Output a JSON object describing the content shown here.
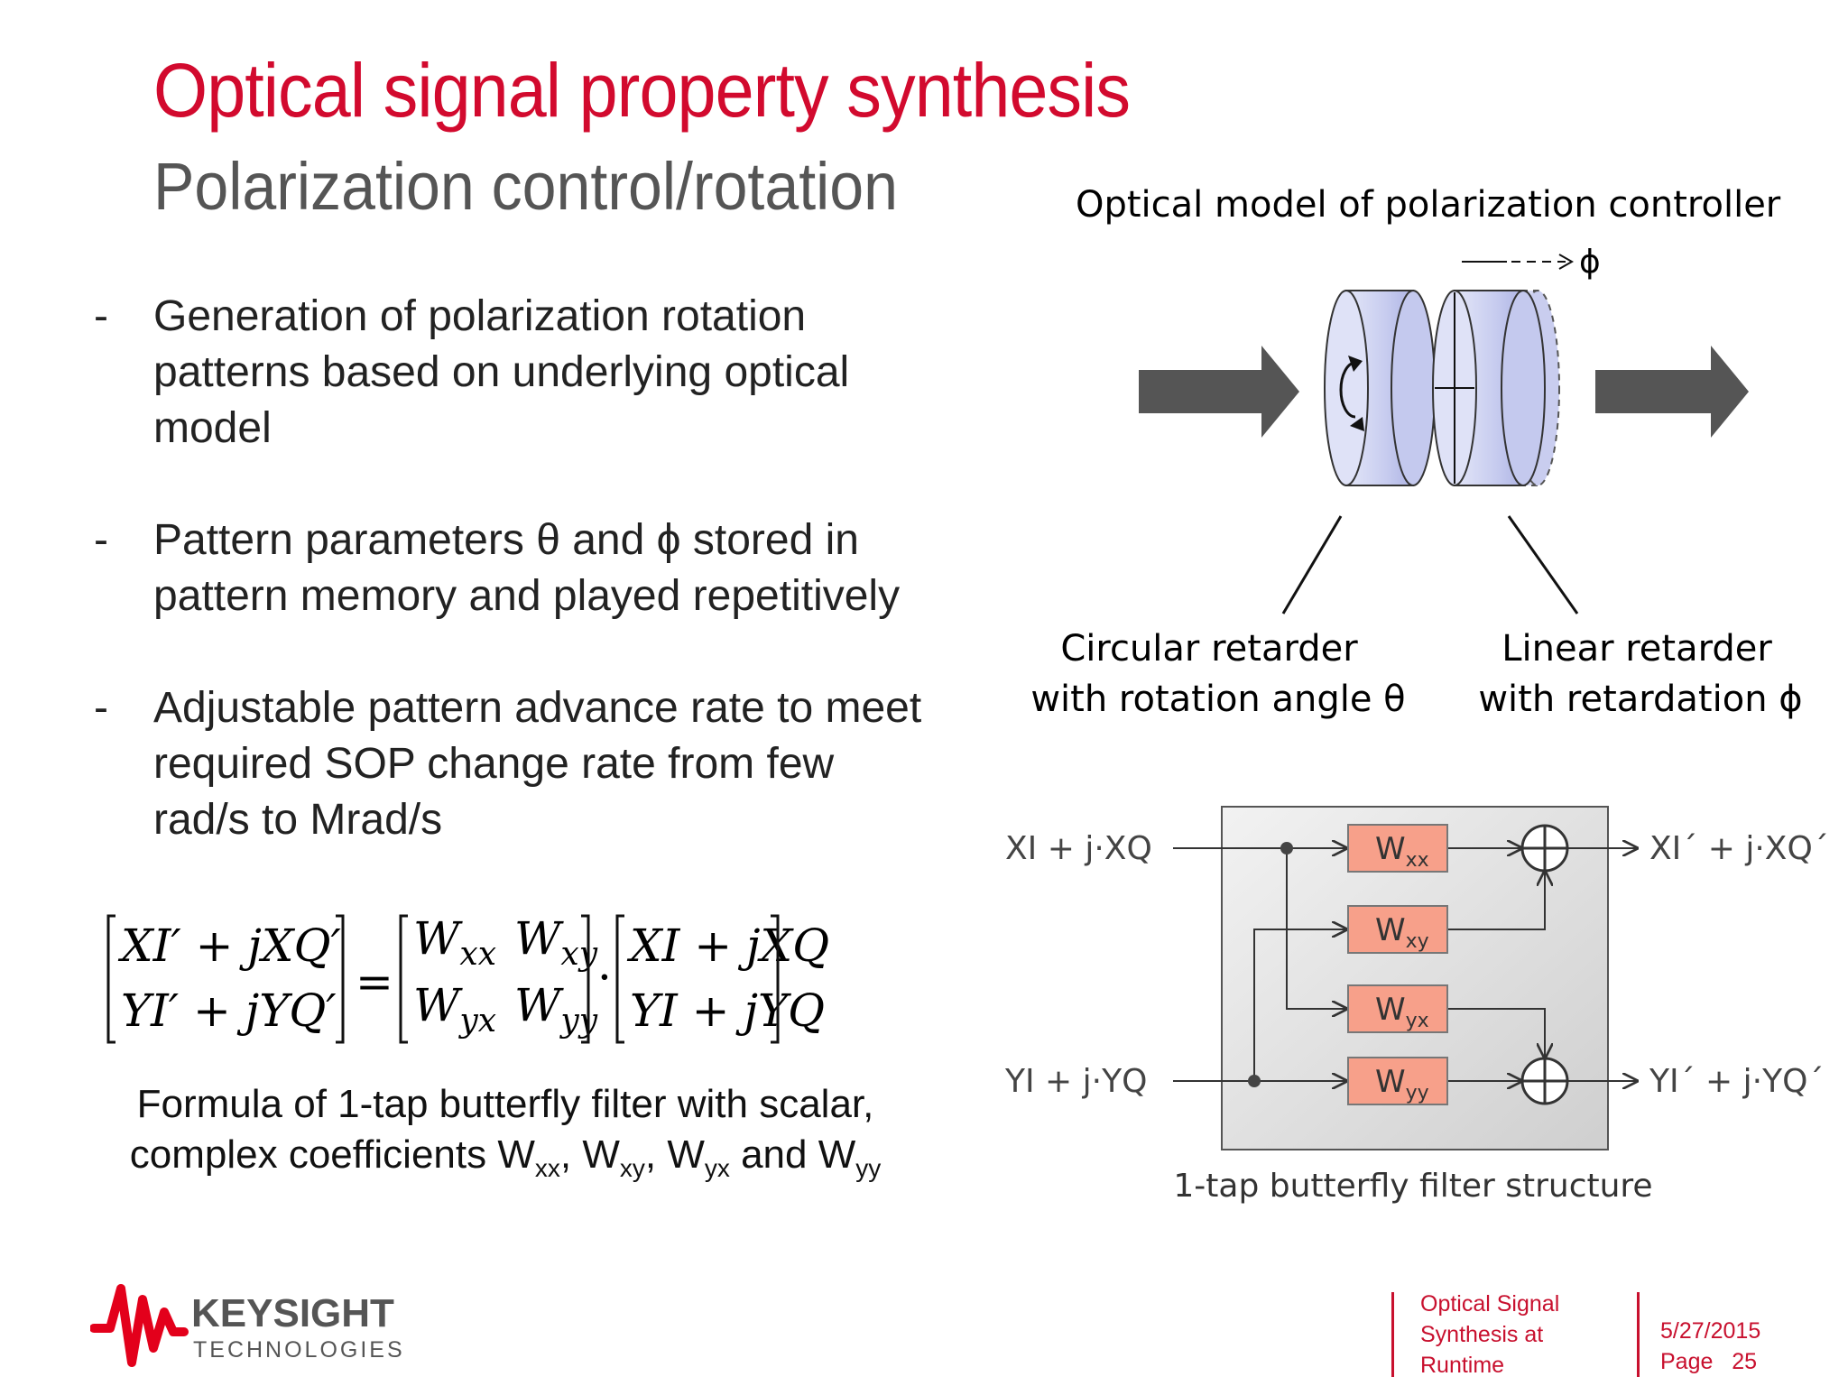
{
  "slide": {
    "title": "Optical signal property synthesis",
    "subtitle": "Polarization control/rotation"
  },
  "bullets": [
    {
      "dash": "-",
      "lines": [
        "Generation of polarization rotation",
        "patterns based on underlying optical",
        "model"
      ]
    },
    {
      "dash": "-",
      "lines": [
        "Pattern parameters θ and ϕ stored in",
        "pattern memory and played repetitively"
      ]
    },
    {
      "dash": "-",
      "lines": [
        "Adjustable pattern advance rate to meet",
        "required SOP change rate from few",
        "rad/s to Mrad/s"
      ]
    }
  ],
  "formula": {
    "lhs": [
      "XI′ + jXQ′",
      "YI′ + jYQ′"
    ],
    "equals": "=",
    "matrix": [
      [
        "W",
        "xx",
        "W",
        "xy"
      ],
      [
        "W",
        "yx",
        "W",
        "yy"
      ]
    ],
    "dot": "·",
    "rhs": [
      "XI + jXQ",
      "YI + jYQ"
    ]
  },
  "formula_caption": {
    "line1": "Formula of 1-tap butterfly filter with scalar,",
    "line2_prefix": "complex coefficients W",
    "sub_xx": "xx",
    "sep1": ", W",
    "sub_xy": "xy",
    "sep2": ", W",
    "sub_yx": "yx",
    "and": " and W",
    "sub_yy": "yy"
  },
  "optical_model": {
    "heading": "Optical model of polarization controller",
    "phi_symbol": "ϕ",
    "circ_label_1": "Circular retarder",
    "circ_label_2": "with rotation  angle  θ",
    "lin_label_1": "Linear retarder",
    "lin_label_2": "with retardation  ϕ"
  },
  "butterfly": {
    "in_x": "XI + j·XQ",
    "in_y": "YI + j·YQ",
    "out_x": "XI´ + j·XQ´",
    "out_y": "YI´ + j·YQ´",
    "w": "W",
    "coeffs": [
      "xx",
      "xy",
      "yx",
      "yy"
    ],
    "caption": "1-tap butterfly filter structure"
  },
  "footer": {
    "brand": "KEYSIGHT",
    "brand_sub": "TECHNOLOGIES",
    "doc_title_1": "Optical Signal",
    "doc_title_2": "Synthesis at",
    "doc_title_3": "Runtime",
    "date": "5/27/2015",
    "page_label": "Page",
    "page_number": "25"
  },
  "colors": {
    "title_red": "#d20a2e",
    "subtitle_gray": "#555555",
    "disk_blue": "#c9cdef",
    "coeff_box": "#f7a08a",
    "arrow_gray": "#555555"
  }
}
